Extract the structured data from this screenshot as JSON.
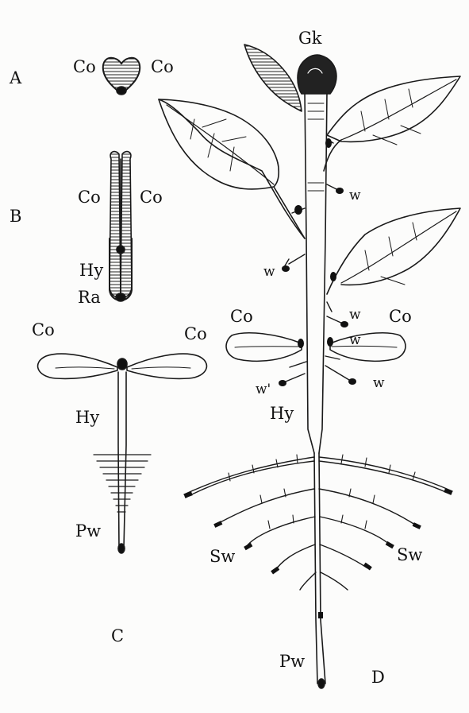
{
  "panels": {
    "A": {
      "letter": "A",
      "cotyledon_left": "Co",
      "cotyledon_right": "Co"
    },
    "B": {
      "letter": "B",
      "cotyledon_left": "Co",
      "cotyledon_right": "Co",
      "hypocotyl": "Hy",
      "radicle": "Ra"
    },
    "C": {
      "letter": "C",
      "cotyledon_left": "Co",
      "cotyledon_right": "Co",
      "hypocotyl": "Hy",
      "primary_root": "Pw"
    },
    "D": {
      "letter": "D",
      "apex": "Gk",
      "cotyledon_left": "Co",
      "cotyledon_right": "Co",
      "hypocotyl": "Hy",
      "adventitious_roots": [
        "w",
        "w",
        "w",
        "w",
        "w",
        "w'"
      ],
      "secondary_root_left": "Sw",
      "secondary_root_right": "Sw",
      "primary_root": "Pw"
    }
  }
}
